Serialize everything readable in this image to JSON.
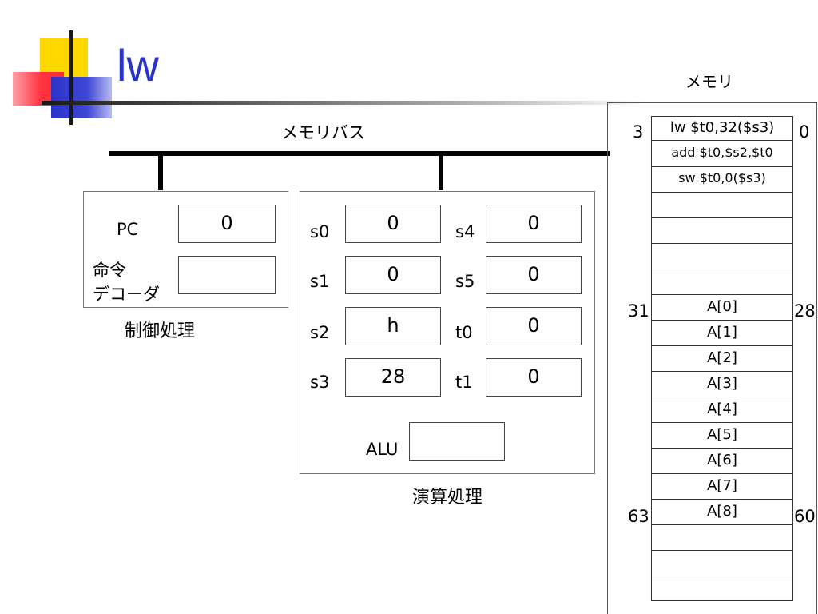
{
  "title": "lw",
  "bus_label": "メモリバス",
  "memory": {
    "title": "メモリ",
    "cells": [
      "lw $t0,32($s3)",
      "add $t0,$s2,$t0",
      "sw $t0,0($s3)",
      "",
      "",
      "",
      "",
      "A[0]",
      "A[1]",
      "A[2]",
      "A[3]",
      "A[4]",
      "A[5]",
      "A[6]",
      "A[7]",
      "A[8]",
      "",
      "",
      ""
    ],
    "addr_left": [
      "3",
      "31",
      "63"
    ],
    "addr_right": [
      "0",
      "28",
      "60"
    ]
  },
  "control": {
    "caption": "制御処理",
    "pc_label": "PC",
    "pc_value": "0",
    "decoder_label_line1": "命令",
    "decoder_label_line2": "デコーダ",
    "decoder_value": ""
  },
  "alu_unit": {
    "caption": "演算処理",
    "registers": [
      {
        "name": "s0",
        "value": "0"
      },
      {
        "name": "s1",
        "value": "0"
      },
      {
        "name": "s2",
        "value": "h"
      },
      {
        "name": "s3",
        "value": "28"
      },
      {
        "name": "s4",
        "value": "0"
      },
      {
        "name": "s5",
        "value": "0"
      },
      {
        "name": "t0",
        "value": "0"
      },
      {
        "name": "t1",
        "value": "0"
      }
    ],
    "alu_label": "ALU",
    "alu_value": ""
  },
  "colors": {
    "title": "#2a33c8",
    "accent_yellow": "#ffd800",
    "accent_red": "#ff3440",
    "accent_blue": "#3f47d6"
  }
}
